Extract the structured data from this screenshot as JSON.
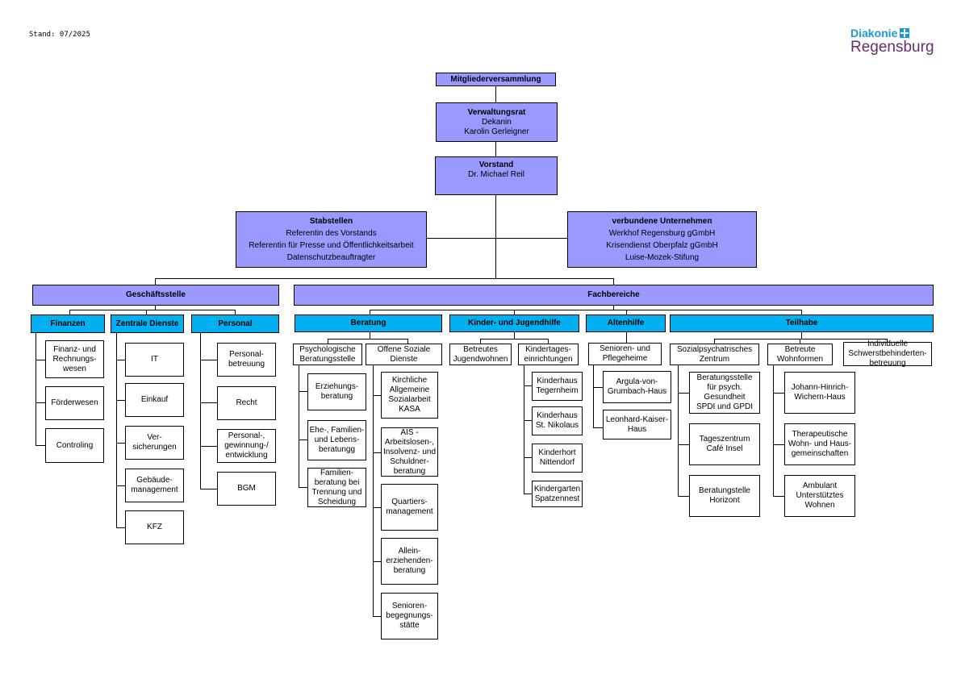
{
  "header": {
    "stand": "Stand: 07/2025",
    "logo_top": "Diakonie",
    "logo_bottom": "Regensburg"
  },
  "top": {
    "mitgliederversammlung": "Mitgliederversammlung",
    "verwaltungsrat": {
      "title": "Verwaltungsrat",
      "line1": "Dekanin",
      "line2": "Karolin Gerleigner"
    },
    "vorstand": {
      "title": "Vorstand",
      "line1": "Dr. Michael Reil"
    },
    "stabstellen": {
      "title": "Stabstellen",
      "lines": [
        "Referentin des Vorstands",
        "Referentin für Presse und Öffentlichkeitsarbeit",
        "Datenschutzbeauftragter"
      ]
    },
    "verbundene": {
      "title": "verbundene Unternehmen",
      "lines": [
        "Werkhof Regensburg gGmbH",
        "Krisendienst Oberpfalz gGmbH",
        "Luise-Mozek-Stifung"
      ]
    }
  },
  "geschaeftsstelle": {
    "label": "Geschäftsstelle",
    "finanzen": {
      "label": "Finanzen",
      "items": [
        "Finanz- und\nRechnungs-\nwesen",
        "Förderwesen",
        "Controling"
      ]
    },
    "zentrale": {
      "label": "Zentrale Dienste",
      "items": [
        "IT",
        "Einkauf",
        "Ver-\nsicherungen",
        "Gebäude-\nmanagement",
        "KFZ"
      ]
    },
    "personal": {
      "label": "Personal",
      "items": [
        "Personal-\nbetreuung",
        "Recht",
        "Personal-,\ngewinnung-/\nentwicklung",
        "BGM"
      ]
    }
  },
  "fachbereiche": {
    "label": "Fachbereiche",
    "beratung": {
      "label": "Beratung",
      "psych": {
        "label": "Psychologische\nBeratungsstelle",
        "items": [
          "Erziehungs-\nberatung",
          "Ehe-, Familien-\nund Lebens-\nberatungg",
          "Familien-\nberatung bei\nTrennung und\nScheidung"
        ]
      },
      "offene": {
        "label": "Offene Soziale\nDienste",
        "items": [
          "Kirchliche\nAllgemeine\nSozialarbeit\nKASA",
          "AIS -\nArbeitslosen-,\nInsolvenz- und\nSchuldner-\nberatung",
          "Quartiers-\nmanagement",
          "Allein-\nerziehenden-\nberatung",
          "Senioren-\nbegegnungs-\nstätte"
        ]
      }
    },
    "kinder": {
      "label": "Kinder- und Jugendhilfe",
      "betreutes": "Betreutes\nJugendwohnen",
      "kita": {
        "label": "Kindertages-\neinrichtungen",
        "items": [
          "Kinderhaus\nTegernheim",
          "Kinderhaus\nSt. Nikolaus",
          "Kinderhort\nNittendorf",
          "Kindergarten\nSpatzennest"
        ]
      }
    },
    "altenhilfe": {
      "label": "Altenhilfe",
      "senioren": {
        "label": "Senioren- und\nPflegeheime",
        "items": [
          "Argula-von-\nGrumbach-Haus",
          "Leonhard-Kaiser-\nHaus"
        ]
      }
    },
    "teilhabe": {
      "label": "Teilhabe",
      "sozial": {
        "label": "Sozialpsychatrisches\nZentrum",
        "items": [
          "Beratungsstelle\nfür psych.\nGesundheit\nSPDI und GPDI",
          "Tageszentrum\nCafé Insel",
          "Beratungstelle\nHorizont"
        ]
      },
      "betreute": {
        "label": "Betreute\nWohnformen",
        "items": [
          "Johann-Hinrich-\nWichern-Haus",
          "Therapeutische\nWohn- und Haus-\ngemeinschaften",
          "Ambulant\nUnterstütztes\nWohnen"
        ]
      },
      "individuelle": "Individuelle\nSchwerstbehinderten-\nbetreuung"
    }
  }
}
